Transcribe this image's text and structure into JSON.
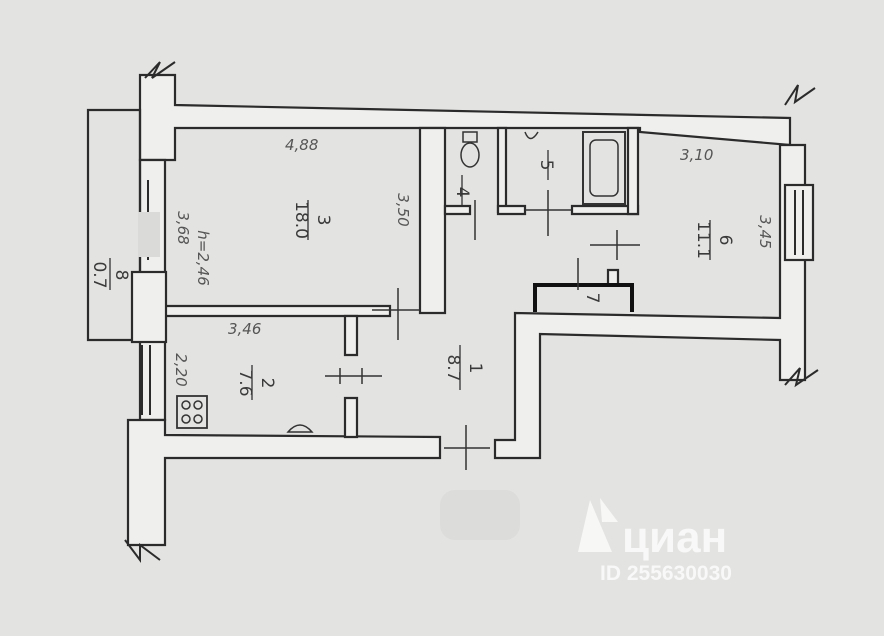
{
  "rooms": [
    {
      "number": "1",
      "area": "8.7"
    },
    {
      "number": "2",
      "area": "7.6"
    },
    {
      "number": "3",
      "area": "18.0"
    },
    {
      "number": "4",
      "area": ""
    },
    {
      "number": "5",
      "area": ""
    },
    {
      "number": "6",
      "area": "11.1"
    },
    {
      "number": "7",
      "area": ""
    },
    {
      "number": "8",
      "area": "0.7"
    }
  ],
  "dimensions": {
    "room3_width": "4,88",
    "room3_depth": "3,68",
    "ceiling_height": "h=2,46",
    "room3_side": "3,50",
    "room2_width": "3,46",
    "room2_depth": "2,20",
    "room6_width": "3,10",
    "room6_depth": "3,45"
  },
  "watermark": {
    "brand": "циан",
    "id_text": "ID 255630030"
  }
}
